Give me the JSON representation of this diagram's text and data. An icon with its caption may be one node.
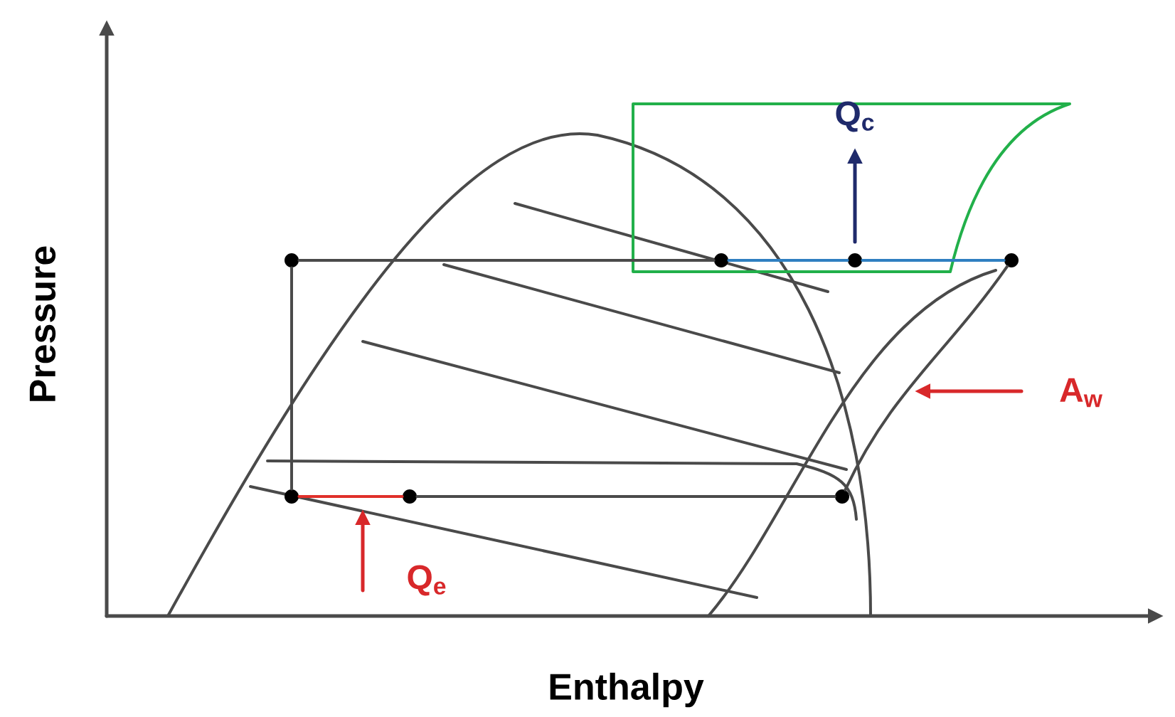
{
  "diagram": {
    "nodes": [
      {
        "text": [],
        "shape": "circle"
      },
      {
        "text": [],
        "shape": "circle"
      },
      {
        "text": [],
        "shape": "circle"
      },
      {
        "text": [],
        "shape": "circle"
      },
      {
        "text": [],
        "shape": "circle"
      },
      {
        "text": [],
        "shape": "circle"
      },
      {
        "text": [],
        "shape": "circle"
      }
    ],
    "edges": [
      {
        "from": 0,
        "to": 1,
        "arrow": "none"
      },
      {
        "from": 1,
        "to": 2,
        "arrow": "none",
        "color": "#2f7fc1"
      },
      {
        "from": 2,
        "to": 3,
        "arrow": "none",
        "color": "#2f7fc1"
      },
      {
        "from": 3,
        "to": 6,
        "arrow": "none"
      },
      {
        "from": 6,
        "to": 5,
        "arrow": "none"
      },
      {
        "from": 5,
        "to": 4,
        "arrow": "none",
        "color": "#e0302a"
      },
      {
        "from": 4,
        "to": 0,
        "arrow": "none"
      }
    ],
    "labels": [
      "Q$_{c}$",
      "A$_{w}$",
      "Q$_{e}$",
      "Pressure",
      "Enthalpy"
    ]
  }
}
